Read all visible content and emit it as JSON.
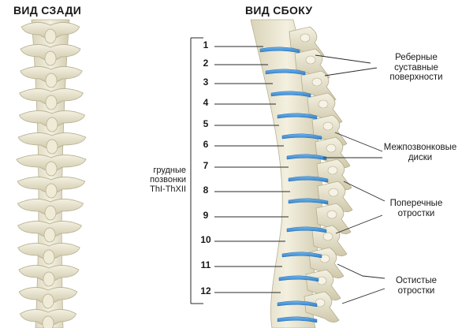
{
  "titles": {
    "back_view": "ВИД СЗАДИ",
    "side_view": "ВИД СБОКУ"
  },
  "vertebra_numbers": [
    "1",
    "2",
    "3",
    "4",
    "5",
    "6",
    "7",
    "8",
    "9",
    "10",
    "11",
    "12"
  ],
  "group_label": {
    "line1": "грудные",
    "line2": "позвонки",
    "line3": "ThI-ThXII"
  },
  "callouts": {
    "costal_facets": {
      "line1": "Реберные",
      "line2": "суставные",
      "line3": "поверхности"
    },
    "discs": {
      "line1": "Межпозвонковые",
      "line2": "диски"
    },
    "transverse": {
      "line1": "Поперечные",
      "line2": "отростки"
    },
    "spinous": {
      "line1": "Остистые",
      "line2": "отростки"
    }
  },
  "colors": {
    "bone": "#ece8d4",
    "bone_shade": "#c9c3a6",
    "disc": "#3d8fd6",
    "line": "#2a2a2a"
  }
}
